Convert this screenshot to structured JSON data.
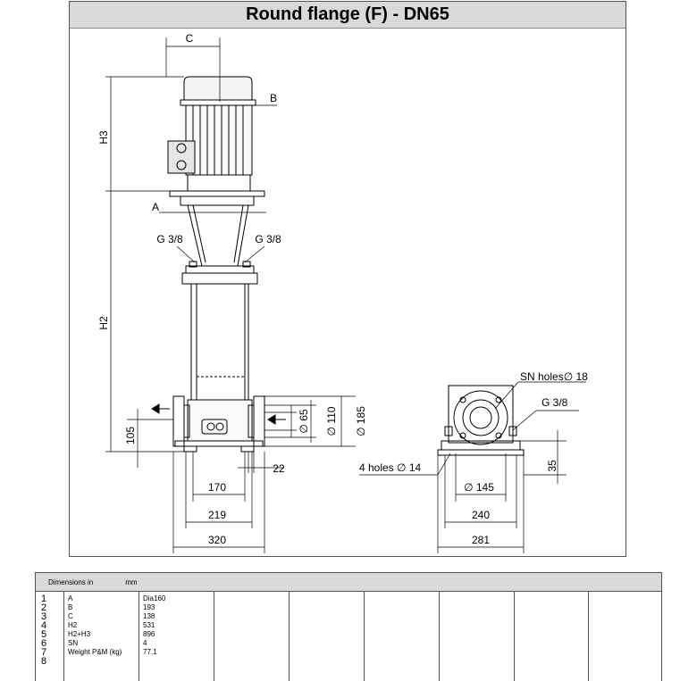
{
  "title": "Round flange (F) - DN65",
  "labels": {
    "c": "C",
    "b": "B",
    "h3": "H3",
    "a": "A",
    "g38_left": "G 3/8",
    "g38_right": "G 3/8",
    "h2": "H2",
    "d105": "105",
    "d22": "22",
    "d170": "170",
    "d219": "219",
    "d320": "320",
    "d65": "∅ 65",
    "d110": "∅ 110",
    "d185": "∅ 185",
    "sn_holes": "SN holes∅ 18",
    "g38_side": "G 3/8",
    "four_holes": "4 holes ∅ 14",
    "d145": "∅ 145",
    "d240": "240",
    "d281": "281",
    "d35": "35"
  },
  "dimensions": {
    "header_label": "Dimensions in",
    "unit": "mm",
    "row_numbers": [
      "1",
      "2",
      "3",
      "4",
      "5",
      "6",
      "7",
      "8"
    ],
    "rows": [
      {
        "label": "A",
        "value": "Dia160"
      },
      {
        "label": "B",
        "value": "193"
      },
      {
        "label": "C",
        "value": "138"
      },
      {
        "label": "H2",
        "value": "531"
      },
      {
        "label": "H2+H3",
        "value": "896"
      },
      {
        "label": "SN",
        "value": "4"
      },
      {
        "label": "Weight P&M (kg)",
        "value": "77.1"
      }
    ]
  }
}
